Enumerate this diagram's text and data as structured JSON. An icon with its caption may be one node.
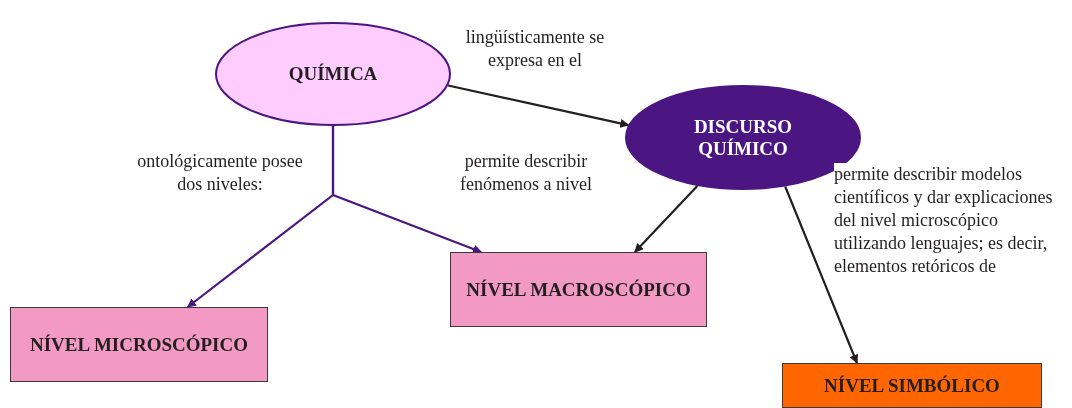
{
  "diagram": {
    "nodes": [
      {
        "text": [
          "QUÍMICA"
        ]
      },
      {
        "text": [
          "DISCURSO QUÍMICO"
        ]
      },
      {
        "text": [
          "NÍVEL MICROSCÓPICO"
        ]
      },
      {
        "text": [
          "NÍVEL MACROSCÓPICO"
        ]
      },
      {
        "text": [
          "NÍVEL SIMBÓLICO"
        ]
      }
    ],
    "edges": [
      {
        "from": 0,
        "to": 1,
        "arrow": "to",
        "label": "lingüísticamente se expresa en el"
      },
      {
        "from": 0,
        "to": 2,
        "arrow": "to",
        "label": "ontológicamente posee dos niveles:",
        "color": "#4b1682"
      },
      {
        "from": 0,
        "to": 3,
        "arrow": "to",
        "color": "#4b1682"
      },
      {
        "from": 1,
        "to": 3,
        "arrow": "to",
        "label": "permite describir fenómenos a nivel"
      },
      {
        "from": 1,
        "to": 4,
        "arrow": "to",
        "label": "permite describir modelos científicos y dar explicaciones del nivel microscópico utilizando lenguajes; es decir, elementos retóricos de"
      }
    ]
  }
}
